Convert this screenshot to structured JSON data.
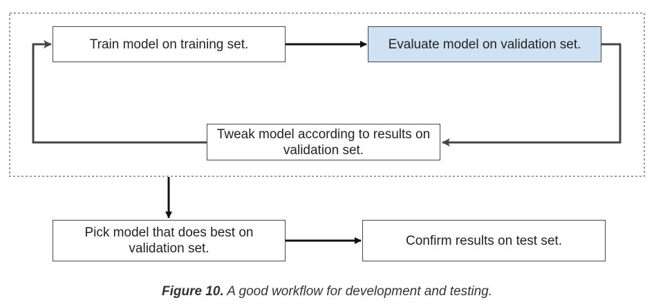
{
  "boxes": {
    "train": "Train model on training set.",
    "evaluate": "Evaluate model on validation set.",
    "tweak": "Tweak model according to results on validation set.",
    "pick": "Pick model that does best on validation set.",
    "confirm": "Confirm results on test set."
  },
  "caption": {
    "label": "Figure 10.",
    "text": " A good workflow for development and testing."
  },
  "colors": {
    "highlight_fill": "#cfe2f3",
    "box_border": "#444444",
    "dashed_border": "#666666",
    "arrow_dark": "#111111",
    "loop_arrow": "#444444"
  }
}
